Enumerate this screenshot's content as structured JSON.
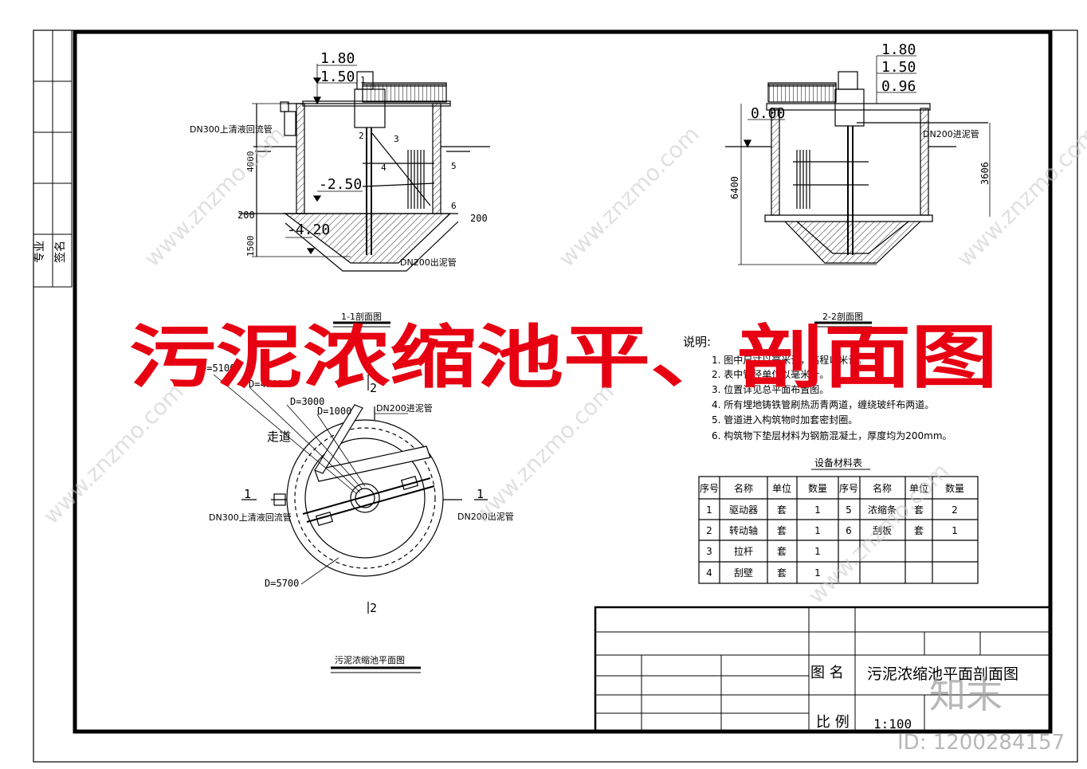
{
  "drawing": {
    "big_title": "污泥浓缩池平、剖面图",
    "margin_labels": [
      "专业",
      "签名"
    ],
    "section_a": {
      "title": "1-1剖面图",
      "elev_top1": "1.80",
      "elev_top2": "1.50",
      "return_pipe": "DN300上清液回流管",
      "dim_depth": "4000",
      "elev_mid": "-2.50",
      "dim_slab_left": "200",
      "dim_slab_right": "200",
      "elev_bottom": "-4.20",
      "dim_cone": "1500",
      "outlet_pipe": "DN200出泥管",
      "part_numbers": [
        "1",
        "2",
        "3",
        "4",
        "5",
        "6"
      ]
    },
    "section_b": {
      "title": "2-2剖面图",
      "elev1": "1.80",
      "elev2": "1.50",
      "elev3": "0.96",
      "elev_ground": "0.00",
      "inlet_pipe": "DN200进泥管",
      "dim_total": "6400",
      "dim_right": "3606"
    },
    "plan": {
      "title": "污泥浓缩池平面图",
      "d5100": "D=5100",
      "d4700": "D=4700",
      "d3000": "D=3000",
      "d1000": "D=1000",
      "d5700": "D=5700",
      "walkway": "走道",
      "inlet": "DN200进泥管",
      "return_pipe": "DN300上清液回流管",
      "outlet": "DN200出泥管",
      "sec1_left": "1",
      "sec1_right": "1",
      "sec2_top": "2",
      "sec2_bottom": "2"
    },
    "notes": {
      "heading": "说明:",
      "items": [
        "1. 图中尺寸以毫米计，高程以米计。",
        "2. 表中管径单位以毫米计。",
        "3. 位置详见总平面布置图。",
        "4. 所有埋地铸铁管刷热沥青两道，缠绕玻纤布两道。",
        "5. 管道进入构筑物时加套密封圈。",
        "6. 构筑物下垫层材料为钢筋混凝土，厚度均为200mm。"
      ]
    },
    "equipment_table": {
      "title": "设备材料表",
      "headers": [
        "序号",
        "名称",
        "单位",
        "数量",
        "序号",
        "名称",
        "单位",
        "数量"
      ],
      "rows": [
        [
          "1",
          "驱动器",
          "套",
          "1",
          "5",
          "浓缩条",
          "套",
          "2"
        ],
        [
          "2",
          "转动轴",
          "套",
          "1",
          "6",
          "刮板",
          "套",
          "1"
        ],
        [
          "3",
          "拉杆",
          "套",
          "1",
          "",
          "",
          "",
          ""
        ],
        [
          "4",
          "刮壁",
          "套",
          "1",
          "",
          "",
          "",
          ""
        ]
      ]
    },
    "title_block": {
      "name_label": "图 名",
      "name_value": "污泥浓缩池平面剖面图",
      "scale_label": "比 例",
      "scale_value": "1:100"
    },
    "watermark": {
      "brand": "知末",
      "site": "www.znzmo.com",
      "id": "ID: 1200284157"
    }
  }
}
